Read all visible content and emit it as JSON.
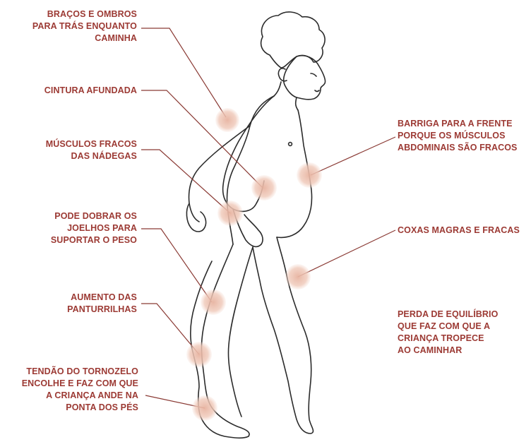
{
  "colors": {
    "label": "#9c3a34",
    "leader_line": "#8a3a34",
    "marker": "#e8b8a6",
    "outline": "#2b2b2b"
  },
  "labels": {
    "arms": "BRAÇOS E OMBROS\nPARA TRÁS ENQUANTO\nCAMINHA",
    "waist": "CINTURA AFUNDADA",
    "glutes": "MÚSCULOS FRACOS\nDAS NÁDEGAS",
    "knees": "PODE DOBRAR OS\nJOELHOS PARA\nSUPORTAR O PESO",
    "calves": "AUMENTO DAS\nPANTURRILHAS",
    "tendon": "TENDÃO DO TORNOZELO\nENCOLHE E FAZ COM QUE\nA CRIANÇA ANDE NA\nPONTA DOS PÉS",
    "belly": "BARRIGA PARA A FRENTE\nPORQUE OS MÚSCULOS\nABDOMINAIS SÃO FRACOS",
    "thighs": "COXAS MAGRAS E FRACAS",
    "balance": "PERDA DE EQUILÍBRIO\nQUE FAZ COM QUE A\nCRIANÇA TROPECE\nAO CAMINHAR"
  }
}
